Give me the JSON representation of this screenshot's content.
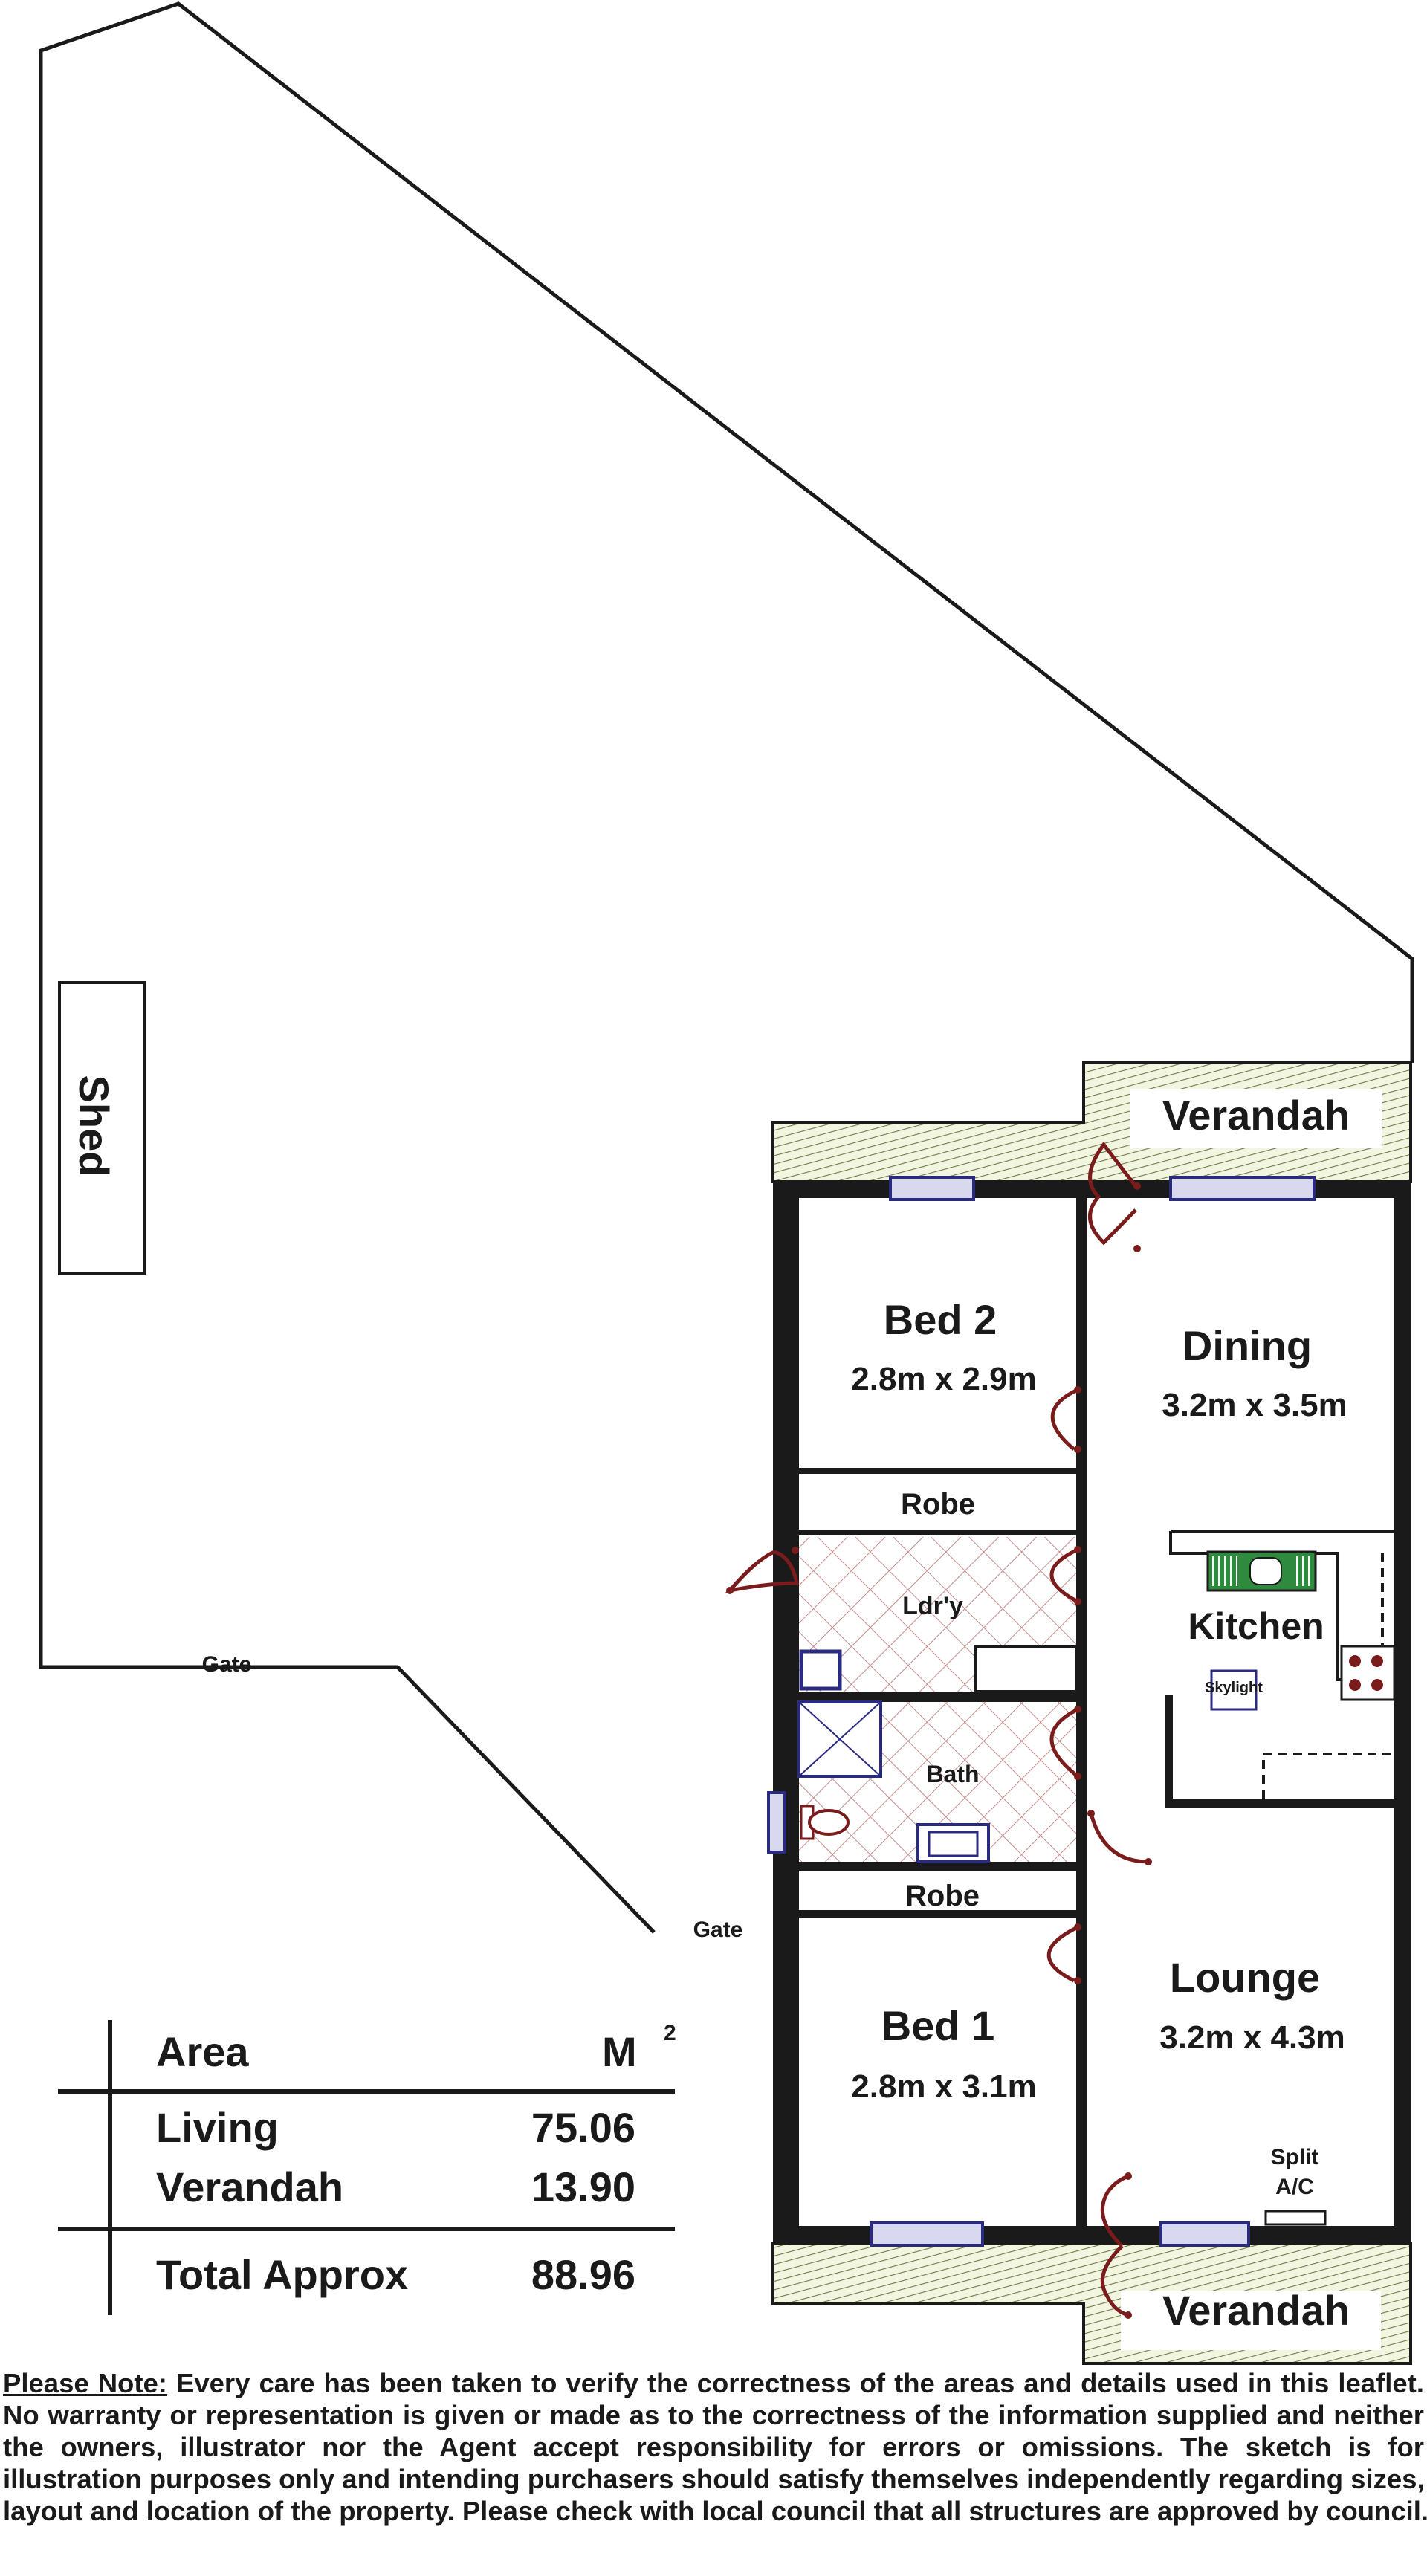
{
  "rooms": {
    "shed": "Shed",
    "verandah_top": "Verandah",
    "bed2": {
      "name": "Bed 2",
      "size": "2.8m x 2.9m"
    },
    "dining": {
      "name": "Dining",
      "size": "3.2m x 3.5m"
    },
    "robe_top": "Robe",
    "laundry": "Ldr'y",
    "kitchen": "Kitchen",
    "skylight": "Skylight",
    "bath": "Bath",
    "robe_bottom": "Robe",
    "bed1": {
      "name": "Bed 1",
      "size": "2.8m x 3.1m"
    },
    "lounge": {
      "name": "Lounge",
      "size": "3.2m x 4.3m"
    },
    "split_ac": [
      "Split",
      "A/C"
    ],
    "verandah_bottom": "Verandah"
  },
  "gates": [
    "Gate",
    "Gate"
  ],
  "area_table": {
    "header_label": "Area",
    "header_unit": "M",
    "header_unit_sup": "2",
    "rows": [
      {
        "label": "Living",
        "value": "75.06"
      },
      {
        "label": "Verandah",
        "value": "13.90"
      }
    ],
    "total": {
      "label": "Total Approx",
      "value": "88.96"
    }
  },
  "note": {
    "heading": "Please Note:",
    "lines": [
      "Every care has  been  taken to verify  the correctness of the areas and   details used in  this leaflet.",
      "No warranty  or representation  is given or made as to the correctness of the information supplied  and neither",
      "the  owners,  illustrator nor the  Agent  accept  responsibility  for  errors  or  omissions.  The  sketch  is  for",
      "illustration purposes only and intending purchasers should satisfy themselves independently  regarding sizes,",
      "layout and location of the property.  Please check with local council that all structures are approved by council."
    ]
  },
  "colors": {
    "wall": "#1a1a1a",
    "door": "#7a1c1c",
    "window": "#2a2a80",
    "window_fill": "#d8d8ee",
    "verandah_fill": "#f2f5e0",
    "verandah_hatch": "#6f7a4a",
    "wet_area_hatch": "#c48a8a",
    "sink": "#2e8b3e"
  }
}
